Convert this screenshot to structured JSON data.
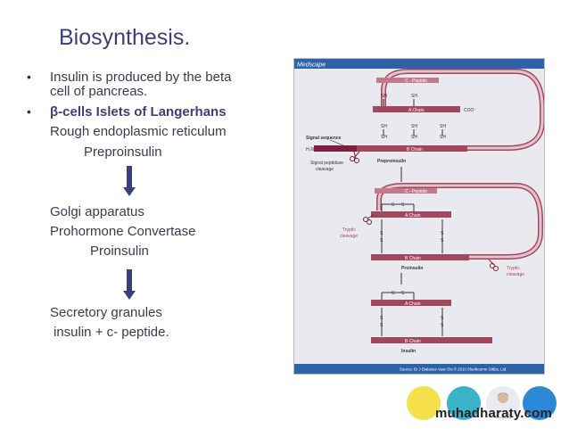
{
  "slide": {
    "title": "Biosynthesis.",
    "bullets": [
      "Insulin is produced by the beta",
      "cell of pancreas.",
      "β-cells Islets of Langerhans"
    ],
    "lines": [
      "Rough endoplasmic reticulum",
      "Preproinsulin",
      "Golgi apparatus",
      "Prohormone Convertase",
      "Proinsulin",
      "Secretory granules",
      "insulin + c- peptide."
    ]
  },
  "figure": {
    "brand": "Medscape",
    "labels": {
      "c_peptide": "C - Peptide",
      "sh": "SH",
      "a_chain": "A Chain",
      "coo": "COO⁻",
      "b_chain": "B Chain",
      "signal_sequence": "Signal sequence",
      "h2n": "H₂N",
      "signal_peptidase": "Signal peptidase",
      "cleavage": "cleavage",
      "preproinsulin": "Preproinsulin",
      "s": "S",
      "tryptic": "Tryptic",
      "proinsulin": "Proinsulin",
      "insulin": "Insulin"
    },
    "source": "Source: Br J Diabetes Vasc Dis © 2010 Sherbourne Gibbs, Ltd."
  },
  "footer": {
    "site": "muhadharaty.com",
    "colors": [
      "#f4e04a",
      "#3ab3c8",
      "#b7c4d3",
      "#2b8ad6"
    ]
  }
}
